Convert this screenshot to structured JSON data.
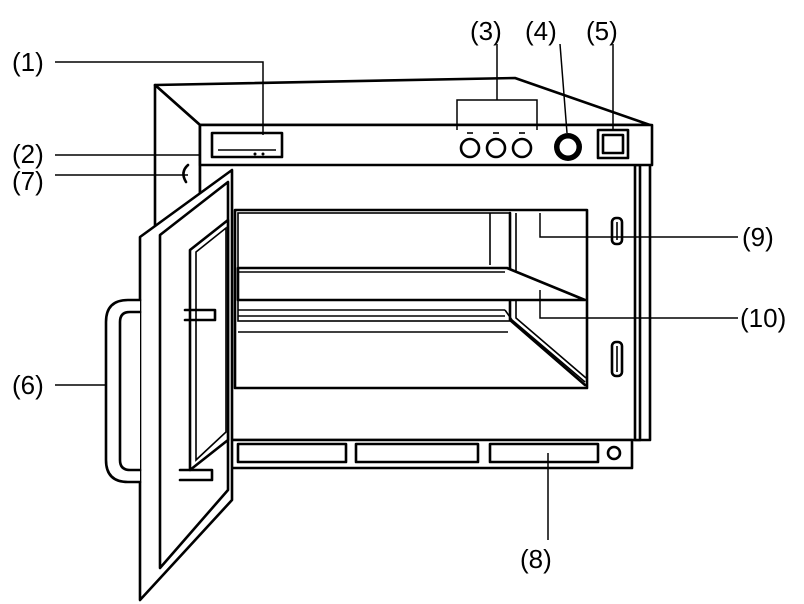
{
  "callouts": [
    {
      "id": "1",
      "label": "(1)"
    },
    {
      "id": "2",
      "label": "(2)"
    },
    {
      "id": "7",
      "label": "(7)"
    },
    {
      "id": "3",
      "label": "(3)"
    },
    {
      "id": "4",
      "label": "(4)"
    },
    {
      "id": "5",
      "label": "(5)"
    },
    {
      "id": "6",
      "label": "(6)"
    },
    {
      "id": "9",
      "label": "(9)"
    },
    {
      "id": "10",
      "label": "(10)"
    },
    {
      "id": "8",
      "label": "(8)"
    }
  ]
}
